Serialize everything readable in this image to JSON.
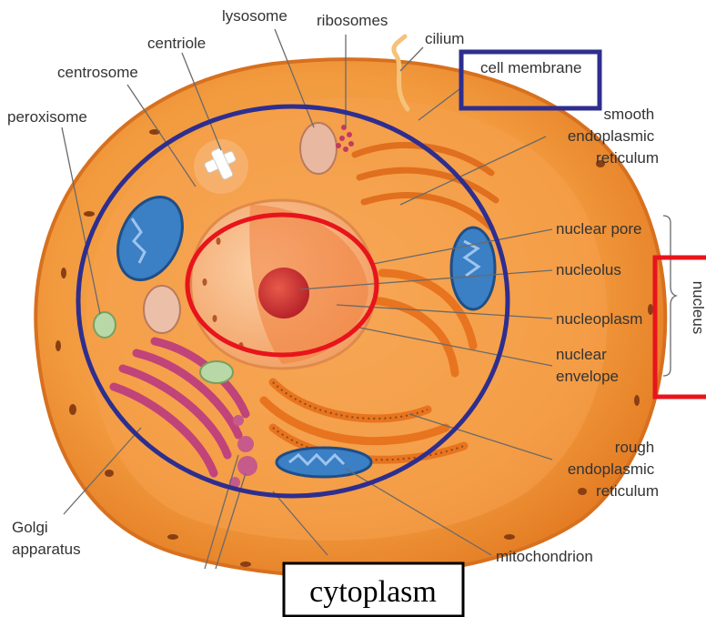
{
  "labels": {
    "lysosome": "lysosome",
    "ribosomes": "ribosomes",
    "cilium": "cilium",
    "centriole": "centriole",
    "centrosome": "centrosome",
    "peroxisome": "peroxisome",
    "cell_membrane": "cell membrane",
    "smooth_er": [
      "smooth",
      "endoplasmic",
      "reticulum"
    ],
    "nuclear_pore": "nuclear pore",
    "nucleolus": "nucleolus",
    "nucleoplasm": "nucleoplasm",
    "nuclear_envelope": [
      "nuclear",
      "envelope"
    ],
    "nucleus": "nucleus",
    "rough_er": [
      "rough",
      "endoplasmic",
      "reticulum"
    ],
    "golgi": [
      "Golgi",
      "apparatus"
    ],
    "mitochondrion": "mitochondrion",
    "cytoplasm": "cytoplasm"
  },
  "colors": {
    "cell_outer": "#f08a2c",
    "cell_inner": "#f6a552",
    "nucleus": "#f7b27a",
    "nucleolus": "#c9302c",
    "mitochondria": "#3b7fc4",
    "golgi": "#c0437a",
    "blue_annotation": "#2e2e8f",
    "red_annotation": "#e8141b",
    "black_annotation": "#000000"
  }
}
